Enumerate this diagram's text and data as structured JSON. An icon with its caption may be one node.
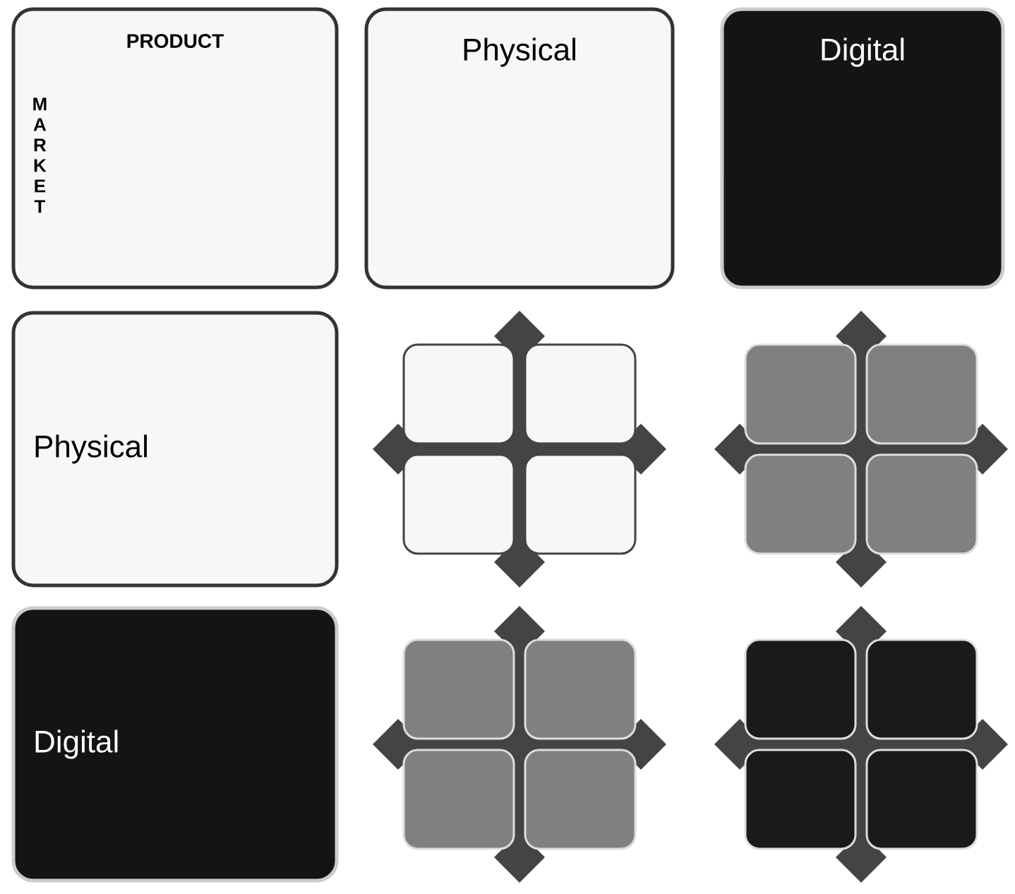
{
  "diagram": {
    "nodes": [
      {
        "text": [
          "PRODUCT",
          "MARKET"
        ]
      },
      {
        "text": [
          "Physical"
        ]
      },
      {
        "text": [
          "Digital"
        ]
      },
      {
        "text": [
          "Physical"
        ]
      },
      {
        "text": [],
        "shape": "picture"
      },
      {
        "text": [],
        "shape": "picture"
      },
      {
        "text": [
          "Digital"
        ]
      },
      {
        "text": [],
        "shape": "picture"
      },
      {
        "text": [],
        "shape": "picture"
      }
    ]
  }
}
